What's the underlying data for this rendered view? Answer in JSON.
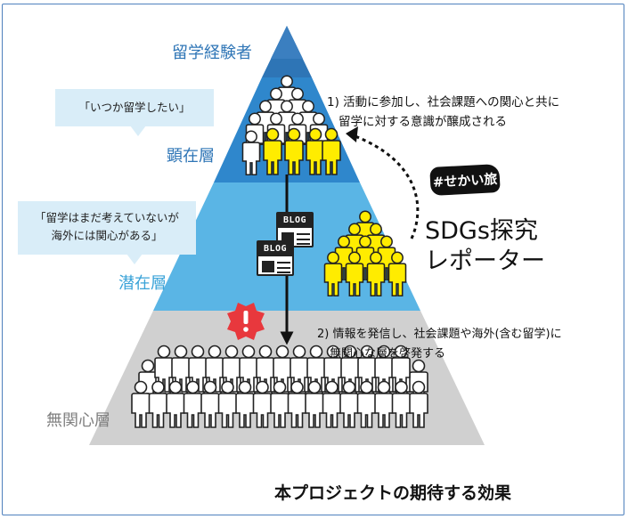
{
  "labels": {
    "top": "留学経験者",
    "manifest": "顕在層",
    "latent": "潜在層",
    "indifferent": "無関心層",
    "reporter_line1": "SDGs探究",
    "reporter_line2": "レポーター",
    "title": "本プロジェクトの期待する効果"
  },
  "bubbles": {
    "manifest": "「いつか留学したい」",
    "latent_line1": "「留学はまだ考えていないが",
    "latent_line2": "海外には関心がある」"
  },
  "notes": {
    "note1_line1": "1) 活動に参加し、社会課題への関心と共に",
    "note1_line2": "留学に対する意識が醸成される",
    "note2_line1": "2) 情報を発信し、社会課題や海外(含む留学)に",
    "note2_line2": "無関心な層を啓発する"
  },
  "blog_label": "BLOG",
  "logo_text": "#せかい旅",
  "colors": {
    "frame": "#4f81bd",
    "tier_top": "#2e75b6",
    "tier_manifest": "#2f87cc",
    "tier_latent": "#5ab5e5",
    "tier_bottom": "#d0d0d0",
    "label_blue": "#2e75b6",
    "label_light_blue": "#3aa3d8",
    "label_gray": "#808080",
    "bubble_fill": "#d9edf8",
    "reporter_figure": "#ffec00",
    "alert": "#e8383d"
  }
}
